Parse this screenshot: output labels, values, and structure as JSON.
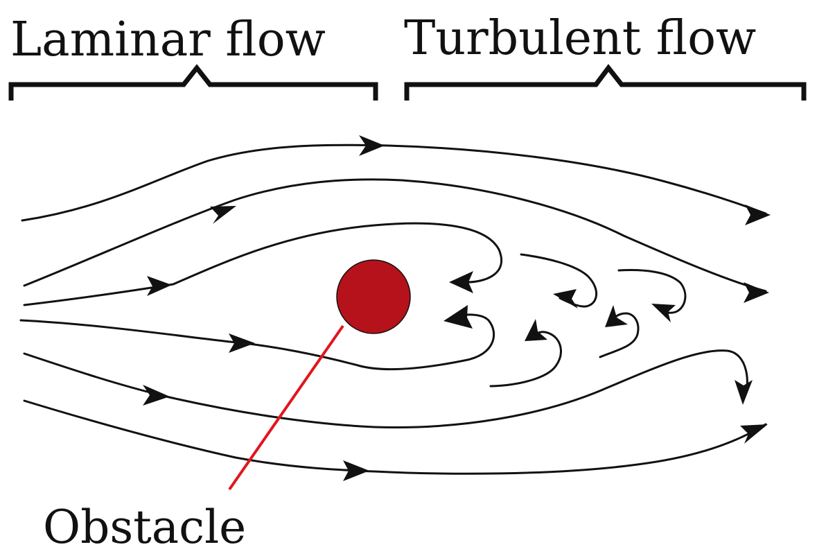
{
  "labels": {
    "laminar": "Laminar flow",
    "turbulent": "Turbulent flow",
    "obstacle": "Obstacle"
  },
  "colors": {
    "obstacle_fill": "#b5121b",
    "pointer_line": "#e0161e",
    "stroke": "#111111"
  }
}
